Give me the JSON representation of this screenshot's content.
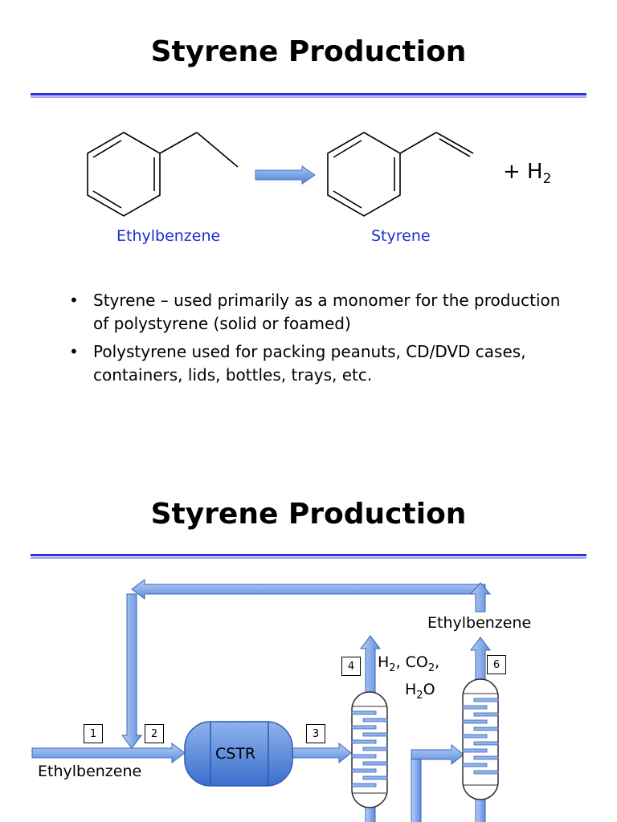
{
  "slide1": {
    "title": "Styrene Production",
    "reactant_label": "Ethylbenzene",
    "product_label": "Styrene",
    "byproduct": {
      "prefix": "+ H",
      "subscript": "2"
    },
    "bullets": [
      "Styrene – used primarily as a monomer for the production of polystyrene (solid or foamed)",
      "Polystyrene used for packing peanuts, CD/DVD cases, containers, lids, bottles, trays, etc."
    ]
  },
  "slide2": {
    "title": "Styrene Production",
    "feed_label": "Ethylbenzene",
    "reactor_label": "CSTR",
    "recycle_label": "Ethylbenzene",
    "stream_numbers": [
      "1",
      "2",
      "3",
      "4",
      "6"
    ],
    "offgas": {
      "line1_parts": [
        "H",
        "2",
        ", CO",
        "2",
        ","
      ],
      "line2_parts": [
        "H",
        "2",
        "O"
      ]
    }
  },
  "colors": {
    "title_rule": "#2b2fd6",
    "label_blue": "#1b2fd0",
    "arrow_fill": "#6f9be0",
    "reactor_fill": "#4a7fd6"
  }
}
